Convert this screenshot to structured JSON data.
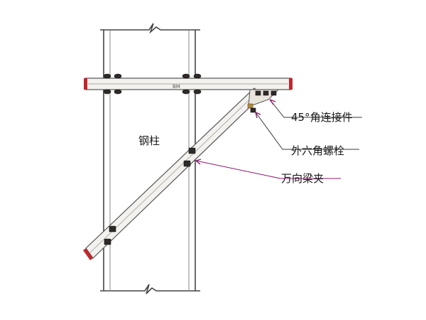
{
  "labels": {
    "column": "钢柱",
    "connector_45": "45°角连接件",
    "hex_bolt": "外六角螺栓",
    "universal_clamp": "万向梁夹",
    "beam_mark": "BM"
  },
  "colors": {
    "beam_end_cap": "#c0282d",
    "beam_body": "#f4f2ee",
    "arrow_accent": "#8b1a6d",
    "bolt": "#2f2a28",
    "bolt_gold": "#b08a3c"
  }
}
